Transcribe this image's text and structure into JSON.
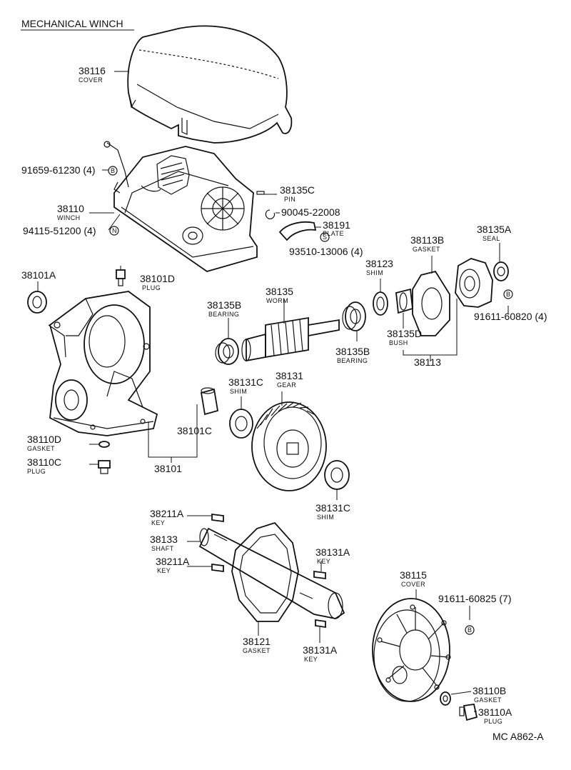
{
  "title": "MECHANICAL WINCH",
  "footer_code": "MC A862-A",
  "colors": {
    "ink": "#111111",
    "paper": "#ffffff"
  },
  "labels": {
    "cover_38116": {
      "num": "38116",
      "name": "COVER"
    },
    "pn_91659": {
      "num": "91659-61230 (4)",
      "badge": "B"
    },
    "winch_38110": {
      "num": "38110",
      "name": "WINCH"
    },
    "pn_94115": {
      "num": "94115-51200 (4)",
      "badge": "N"
    },
    "pin_38135C": {
      "num": "38135C",
      "name": "PIN"
    },
    "pn_90045": {
      "num": "90045-22008"
    },
    "plate_38191": {
      "num": "38191",
      "name": "PLATE"
    },
    "pn_93510": {
      "num": "93510-13006 (4)",
      "badge": "S"
    },
    "seal_38101A": {
      "num": "38101A"
    },
    "plug_38101D": {
      "num": "38101D",
      "name": "PLUG"
    },
    "bearing_38135B_l": {
      "num": "38135B",
      "name": "BEARING"
    },
    "worm_38135": {
      "num": "38135",
      "name": "WORM"
    },
    "shim_38123": {
      "num": "38123",
      "name": "SHIM"
    },
    "gasket_38113B": {
      "num": "38113B",
      "name": "GASKET"
    },
    "seal_38135A": {
      "num": "38135A",
      "name": "SEAL"
    },
    "pn_91611_60820": {
      "num": "91611-60820 (4)",
      "badge": "B"
    },
    "bush_38135D": {
      "num": "38135D",
      "name": "BUSH"
    },
    "bearing_38135B_r": {
      "num": "38135B",
      "name": "BEARING"
    },
    "asm_38113": {
      "num": "38113"
    },
    "shim_38131C_t": {
      "num": "38131C",
      "name": "SHIM"
    },
    "gear_38131": {
      "num": "38131",
      "name": "GEAR"
    },
    "sleeve_38101C": {
      "num": "38101C"
    },
    "gasket_38110D": {
      "num": "38110D",
      "name": "GASKET"
    },
    "plug_38110C": {
      "num": "38110C",
      "name": "PLUG"
    },
    "case_38101": {
      "num": "38101"
    },
    "shim_38131C_b": {
      "num": "38131C",
      "name": "SHIM"
    },
    "key_38211A_t": {
      "num": "38211A",
      "name": "KEY"
    },
    "shaft_38133": {
      "num": "38133",
      "name": "SHAFT"
    },
    "key_38211A_b": {
      "num": "38211A",
      "name": "KEY"
    },
    "key_38131A_t": {
      "num": "38131A",
      "name": "KEY"
    },
    "cover_38115": {
      "num": "38115",
      "name": "COVER"
    },
    "pn_91611_60825": {
      "num": "91611-60825 (7)",
      "badge": "B"
    },
    "gasket_38121": {
      "num": "38121",
      "name": "GASKET"
    },
    "key_38131A_b": {
      "num": "38131A",
      "name": "KEY"
    },
    "gasket_38110B": {
      "num": "38110B",
      "name": "GASKET"
    },
    "plug_38110A": {
      "num": "38110A",
      "name": "PLUG"
    }
  }
}
